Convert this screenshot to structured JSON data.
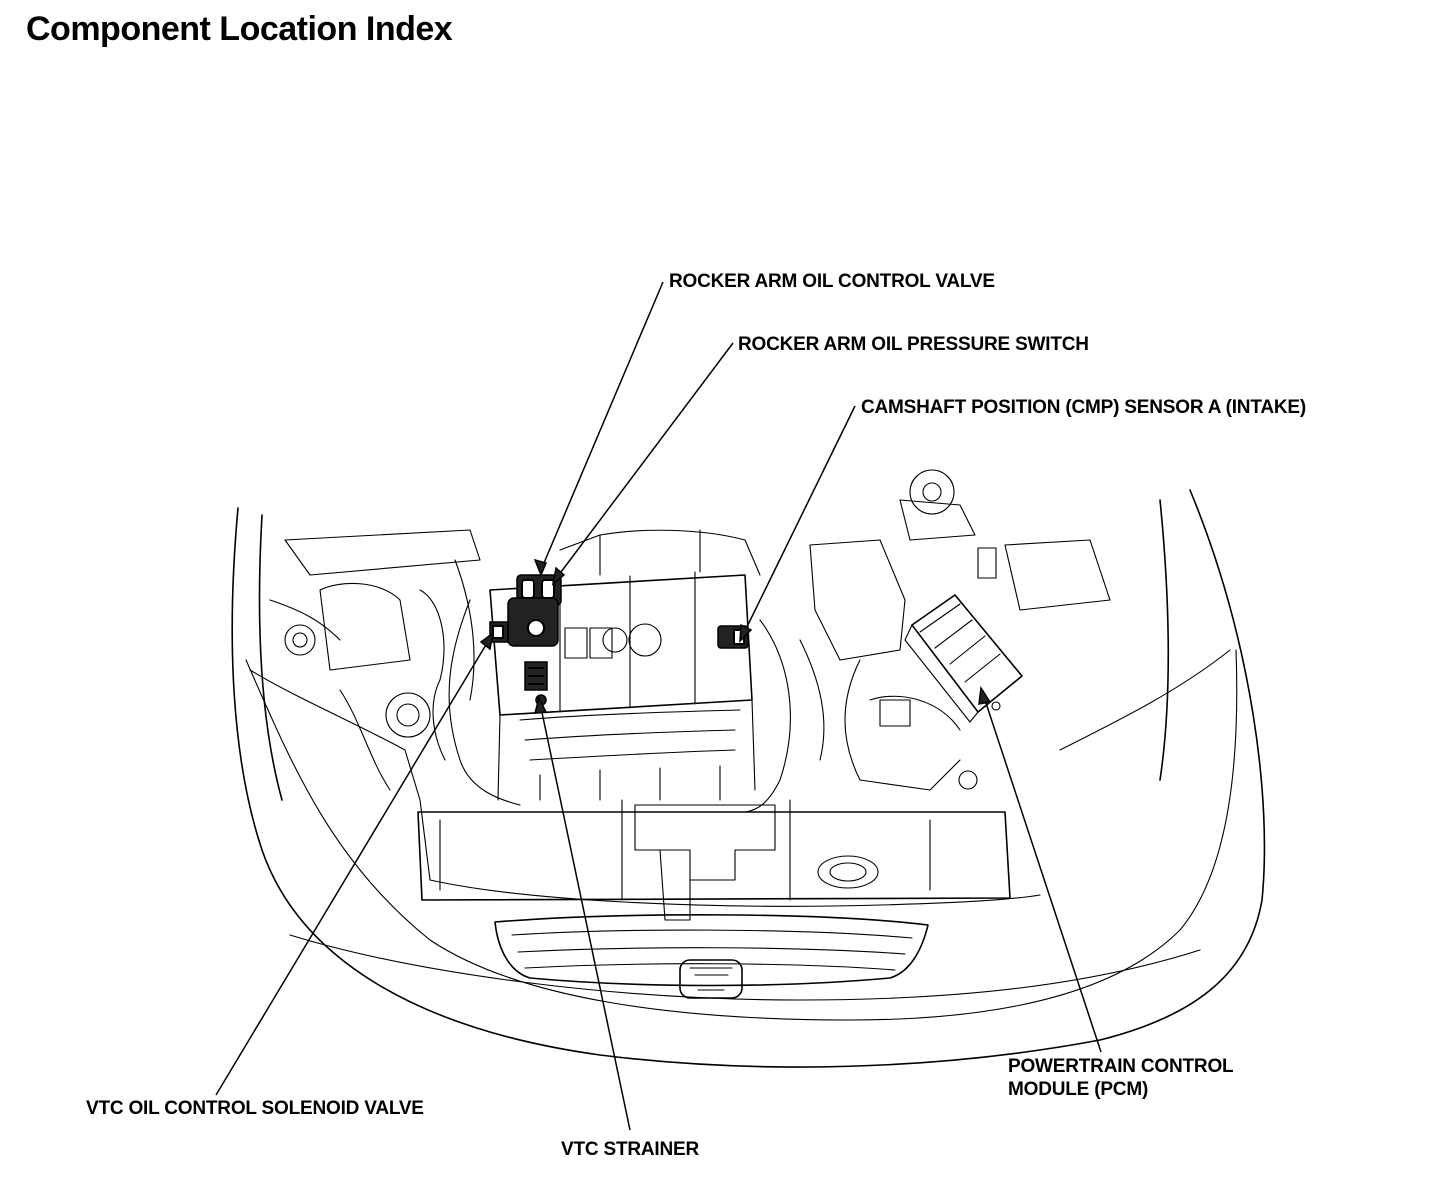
{
  "page": {
    "title": "Component Location Index"
  },
  "callouts": [
    {
      "id": "rocker-arm-oil-control-valve",
      "label": "ROCKER ARM OIL CONTROL VALVE"
    },
    {
      "id": "rocker-arm-oil-pressure-switch",
      "label": "ROCKER ARM OIL PRESSURE SWITCH"
    },
    {
      "id": "cmp-sensor-a",
      "label": "CAMSHAFT POSITION (CMP) SENSOR A (INTAKE)"
    },
    {
      "id": "pcm",
      "label_line1": "POWERTRAIN CONTROL",
      "label_line2": "MODULE (PCM)"
    },
    {
      "id": "vtc-oil-control-solenoid-valve",
      "label": "VTC OIL CONTROL SOLENOID VALVE"
    },
    {
      "id": "vtc-strainer",
      "label": "VTC STRAINER"
    }
  ]
}
